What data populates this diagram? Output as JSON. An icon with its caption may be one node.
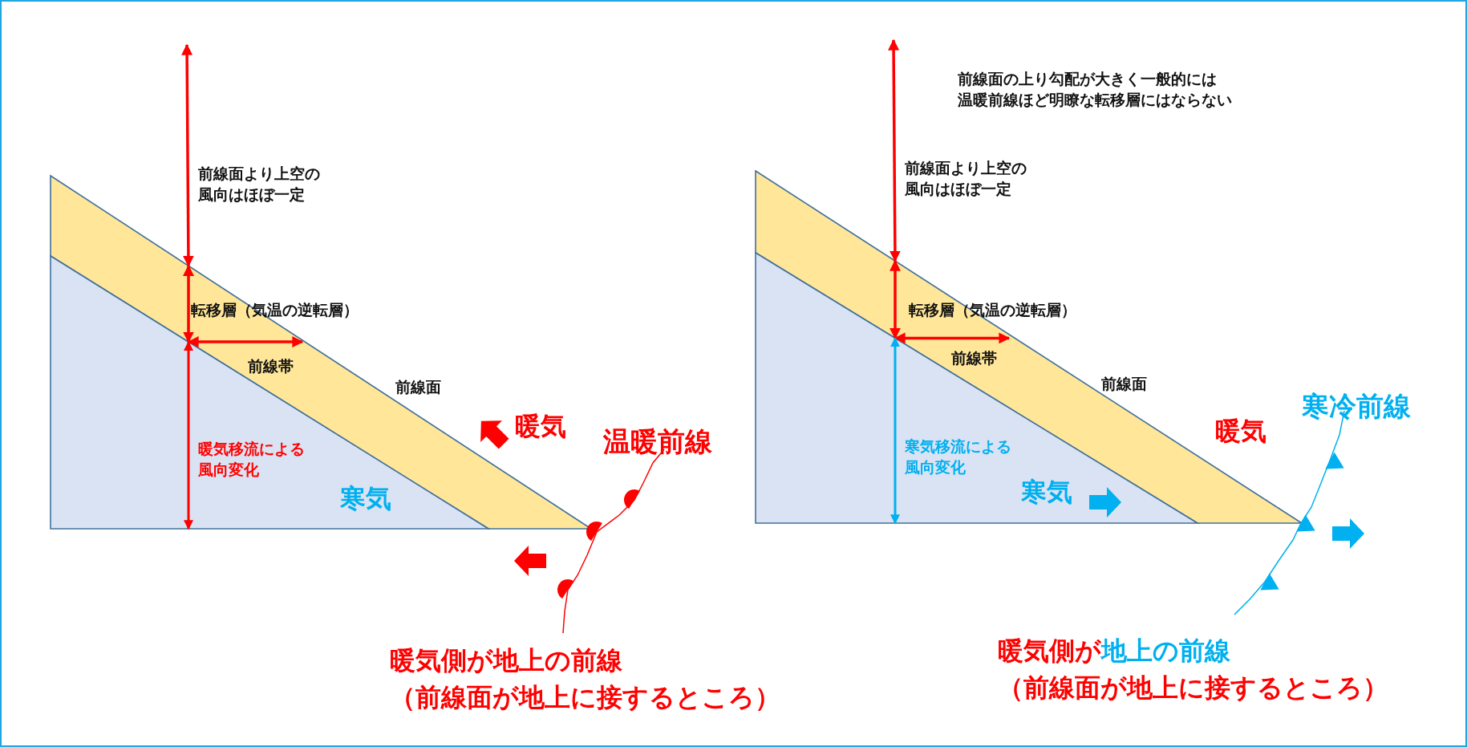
{
  "diagram": {
    "labels": [
      "前線面より上空の風向はほぼ一定",
      "転移層（気温の逆転層）",
      "前線帯",
      "前線面",
      "暖気",
      "温暖前線",
      "暖気移流による風向変化",
      "寒気",
      "暖気側が地上の前線",
      "（前線面が地上に接するところ）",
      "前線面の上り勾配が大きく一般的には",
      "温暖前線ほど明瞭な転移層にはならない",
      "前線面より上空の風向はほぼ一定",
      "転移層（気温の逆転層）",
      "前線帯",
      "前線面",
      "寒冷前線",
      "暖気",
      "寒気移流による風向変化",
      "寒気",
      "暖気側が地上の前線",
      "（前線面が地上に接するところ）"
    ]
  }
}
